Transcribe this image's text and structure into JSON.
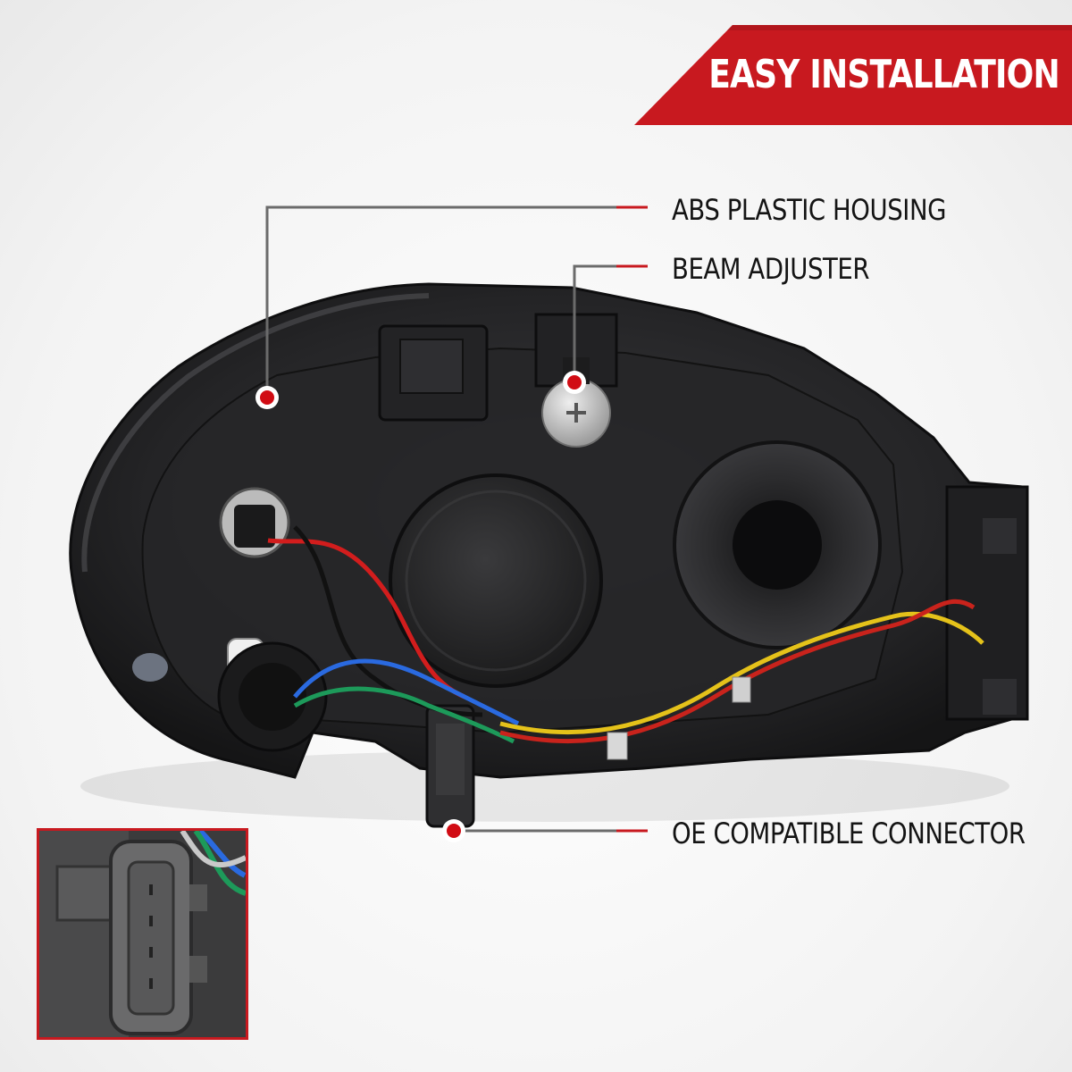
{
  "banner": {
    "text": "EASY INSTALLATION",
    "color": "#c8191f"
  },
  "callouts": [
    {
      "id": "housing",
      "label": "ABS PLASTIC HOUSING"
    },
    {
      "id": "adjuster",
      "label": "BEAM ADJUSTER"
    },
    {
      "id": "connector",
      "label": "OE COMPATIBLE CONNECTOR"
    }
  ],
  "colors": {
    "accent": "#c8191f",
    "leader": "#6b6b6b",
    "housing": "#2a2a2c"
  }
}
